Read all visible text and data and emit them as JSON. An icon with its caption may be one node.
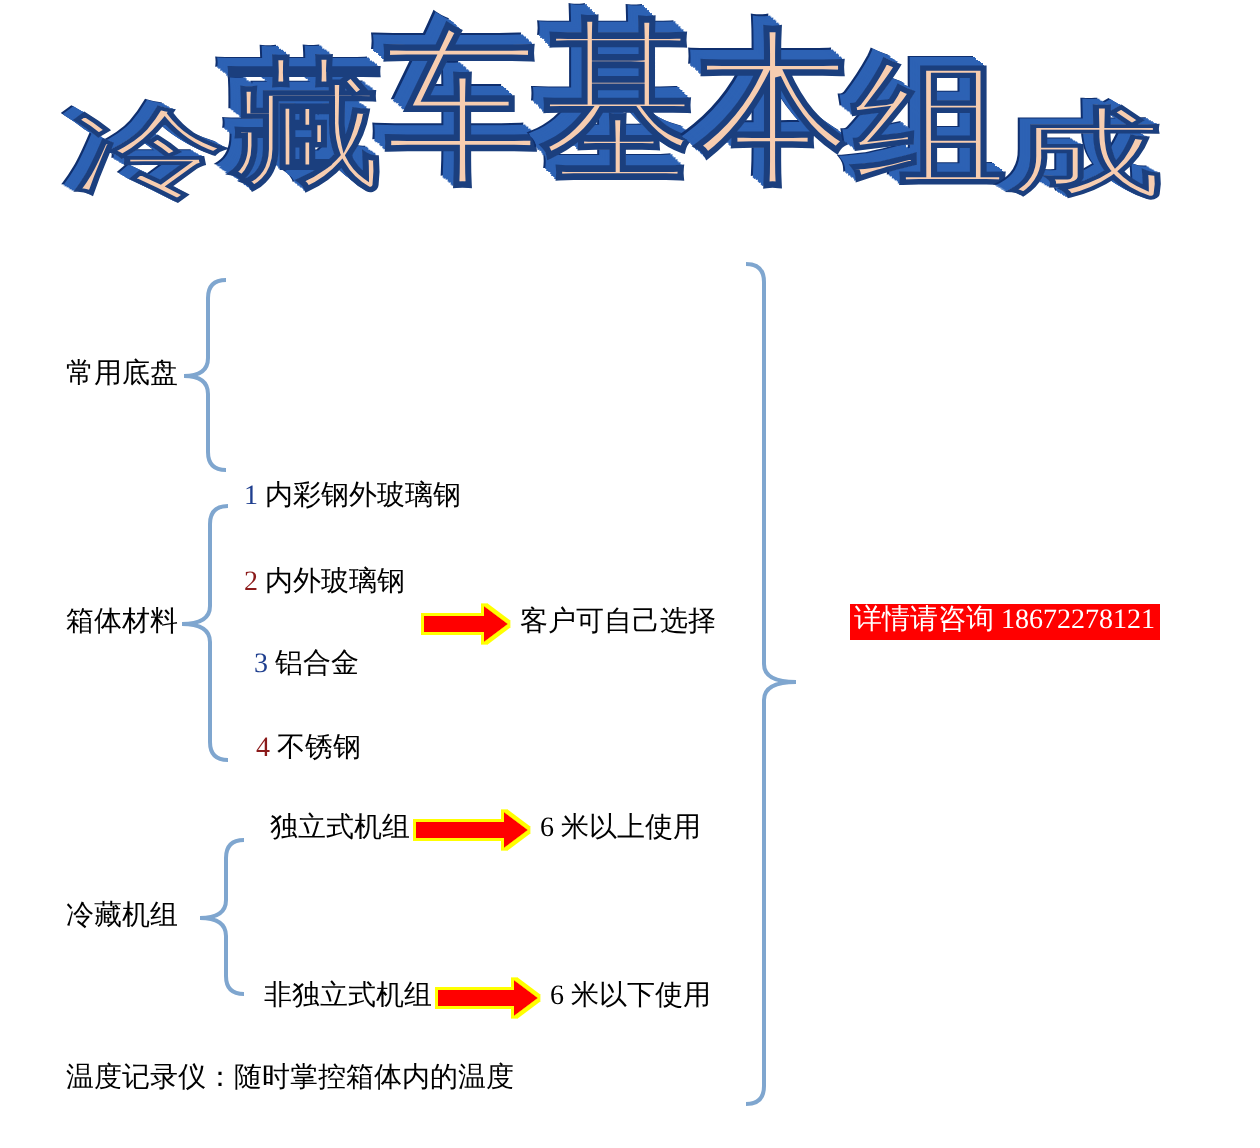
{
  "diagram": {
    "title": "冷藏车基本组成",
    "nodes": [
      {
        "text": [
          "客户可自己选择"
        ]
      },
      {
        "text": [
          "详情请咨询 18672278121"
        ]
      },
      {
        "text": [
          "独立式机组"
        ]
      },
      {
        "text": [
          "6 米以上使用"
        ]
      },
      {
        "text": [
          "非独立式机组"
        ]
      },
      {
        "text": [
          "6 米以下使用"
        ]
      }
    ],
    "edges": [
      {
        "from": null,
        "to": 0,
        "arrow": "to"
      },
      {
        "from": 2,
        "to": 3,
        "arrow": "to"
      },
      {
        "from": 4,
        "to": 5,
        "arrow": "to"
      }
    ],
    "labels": [
      "常用底盘",
      "1 内彩钢外玻璃钢",
      "2 内外玻璃钢",
      "箱体材料",
      "3 铝合金",
      "4 不锈钢",
      "冷藏机组",
      "温度记录仪：随时掌控箱体内的温度"
    ]
  }
}
